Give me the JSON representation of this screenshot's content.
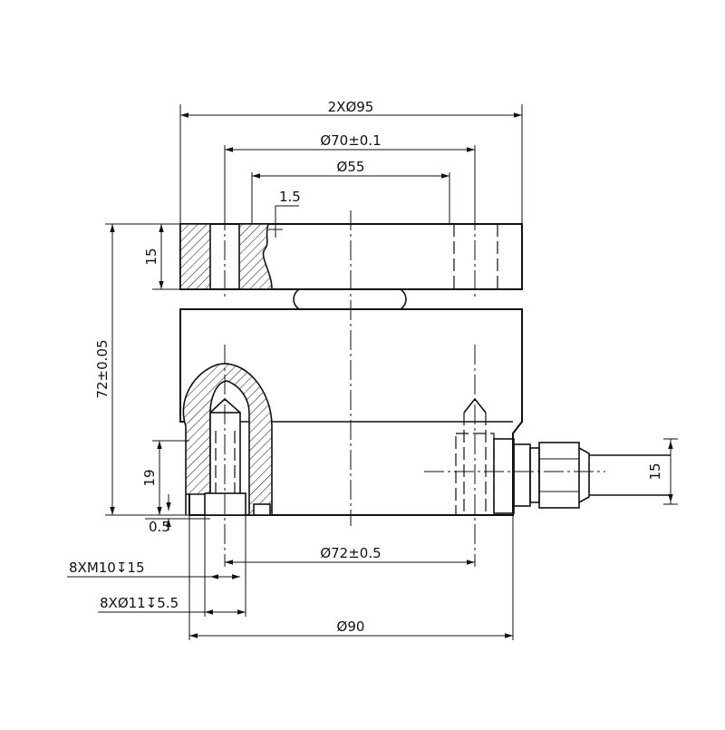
{
  "drawing": {
    "dimensions": {
      "top_flange_od": "2XØ95",
      "bolt_circle_top": "Ø70±0.1",
      "inner_bore": "Ø55",
      "chamfer": "1.5",
      "flange_thickness": "15",
      "overall_height": "72±0.05",
      "base_offset": "19",
      "gap": "0.5",
      "cable_height": "15",
      "bolt_circle_bottom": "Ø72±0.5",
      "thread_spec": "8XM10↧15",
      "hole_spec": "8XØ11↧5.5",
      "base_od": "Ø90"
    }
  }
}
